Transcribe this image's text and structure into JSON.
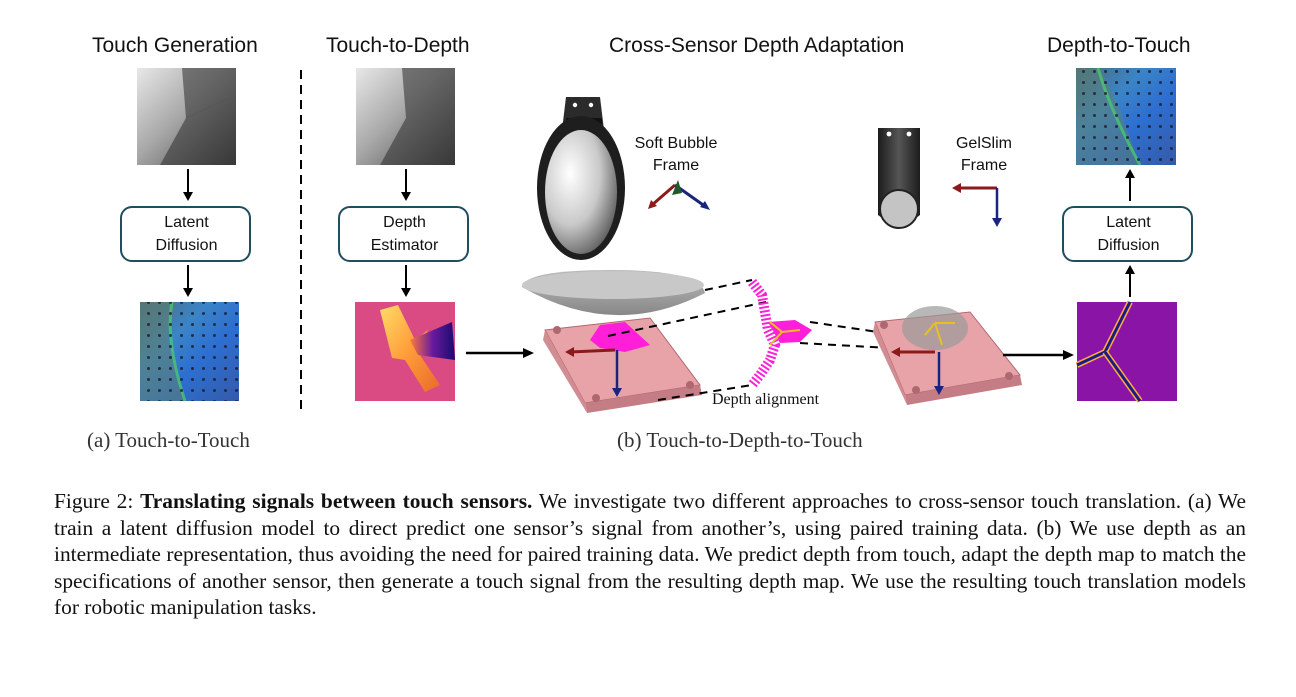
{
  "figure": {
    "titles": {
      "touch_generation": "Touch Generation",
      "touch_to_depth": "Touch-to-Depth",
      "cross_sensor": "Cross-Sensor Depth Adaptation",
      "depth_to_touch": "Depth-to-Touch"
    },
    "boxes": {
      "latent_diffusion_left": [
        "Latent",
        "Diffusion"
      ],
      "depth_estimator": [
        "Depth",
        "Estimator"
      ],
      "latent_diffusion_right": [
        "Latent",
        "Diffusion"
      ]
    },
    "frames": {
      "soft_bubble": [
        "Soft Bubble",
        "Frame"
      ],
      "gelslim": [
        "GelSlim",
        "Frame"
      ]
    },
    "depth_alignment": "Depth alignment",
    "subcaptions": {
      "a": "(a) Touch-to-Touch",
      "b": "(b) Touch-to-Depth-to-Touch"
    },
    "colors": {
      "box_stroke": "#1f4e5f",
      "red_axis": "#8b1a1a",
      "blue_axis": "#1a237e",
      "magenta": "#ff1fd8",
      "depth_bg": "#d94b82",
      "purple_map": "#8a14a6",
      "plate": "#e8a3a8"
    }
  },
  "caption": {
    "label": "Figure 2:",
    "bold": "Translating signals between touch sensors.",
    "text": "We investigate two different approaches to cross-sensor touch translation. (a) We train a latent diffusion model to direct predict one sensor’s signal from another’s, using paired training data. (b) We use depth as an intermediate representation, thus avoiding the need for paired training data. We predict depth from touch, adapt the depth map to match the specifications of another sensor, then generate a touch signal from the resulting depth map. We use the resulting touch translation models for robotic manipulation tasks."
  }
}
